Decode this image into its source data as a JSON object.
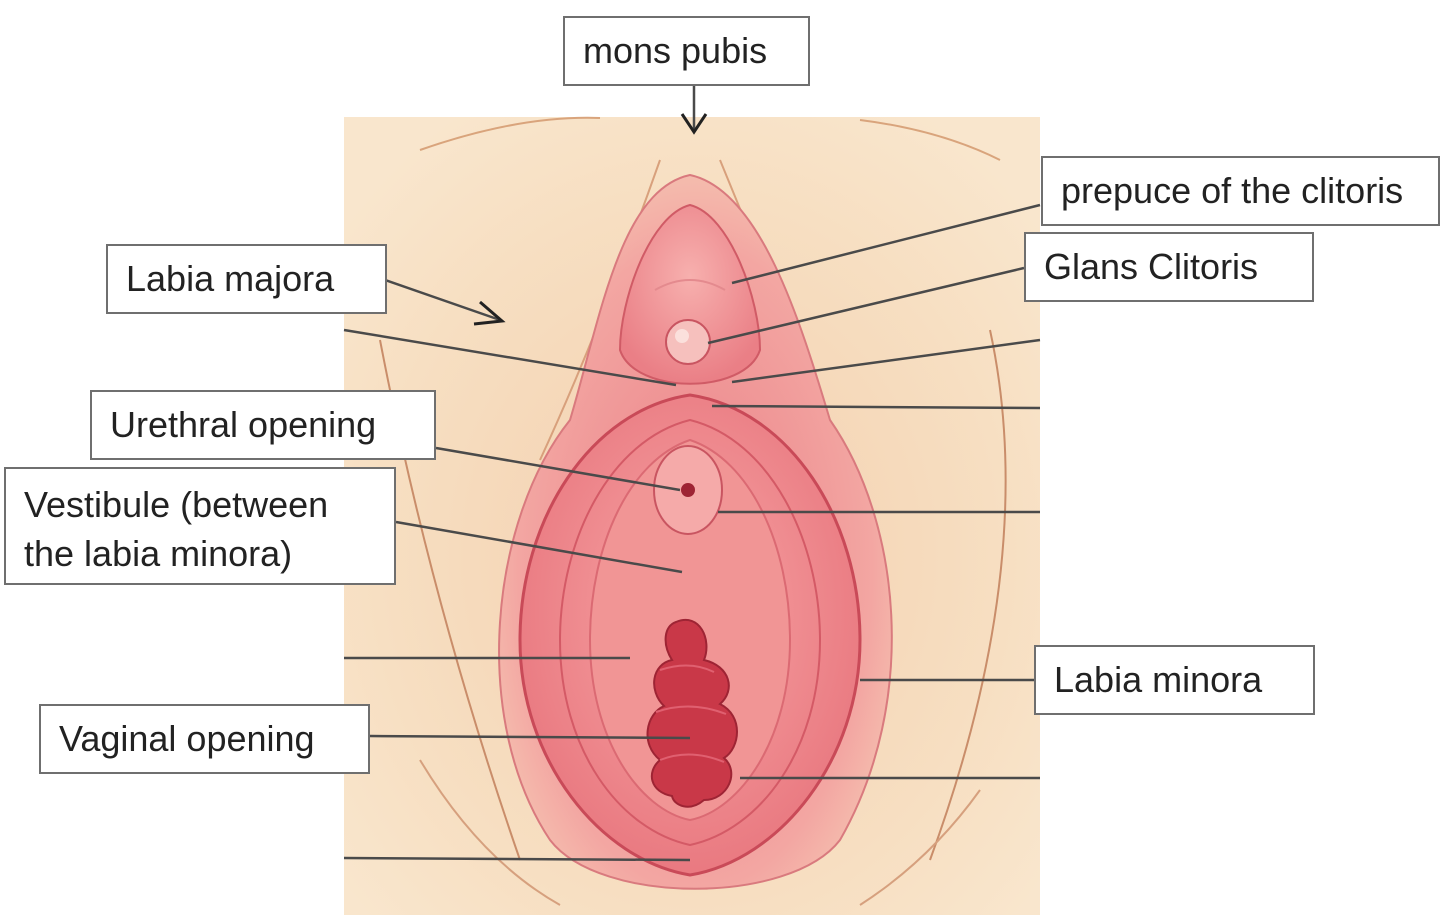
{
  "labels": {
    "mons_pubis": "mons pubis",
    "prepuce": "prepuce of the clitoris",
    "glans": "Glans Clitoris",
    "labia_majora": "Labia majora",
    "urethral": "Urethral opening",
    "vestibule": "Vestibule (between the labia minora)",
    "labia_minora": "Labia minora",
    "vaginal": "Vaginal opening"
  },
  "colors": {
    "skin": "#f6dcbc",
    "tissue": "#f08a8e",
    "tissue_dark": "#d45460",
    "opening": "#b8303e",
    "leader": "#4a4a4a"
  }
}
